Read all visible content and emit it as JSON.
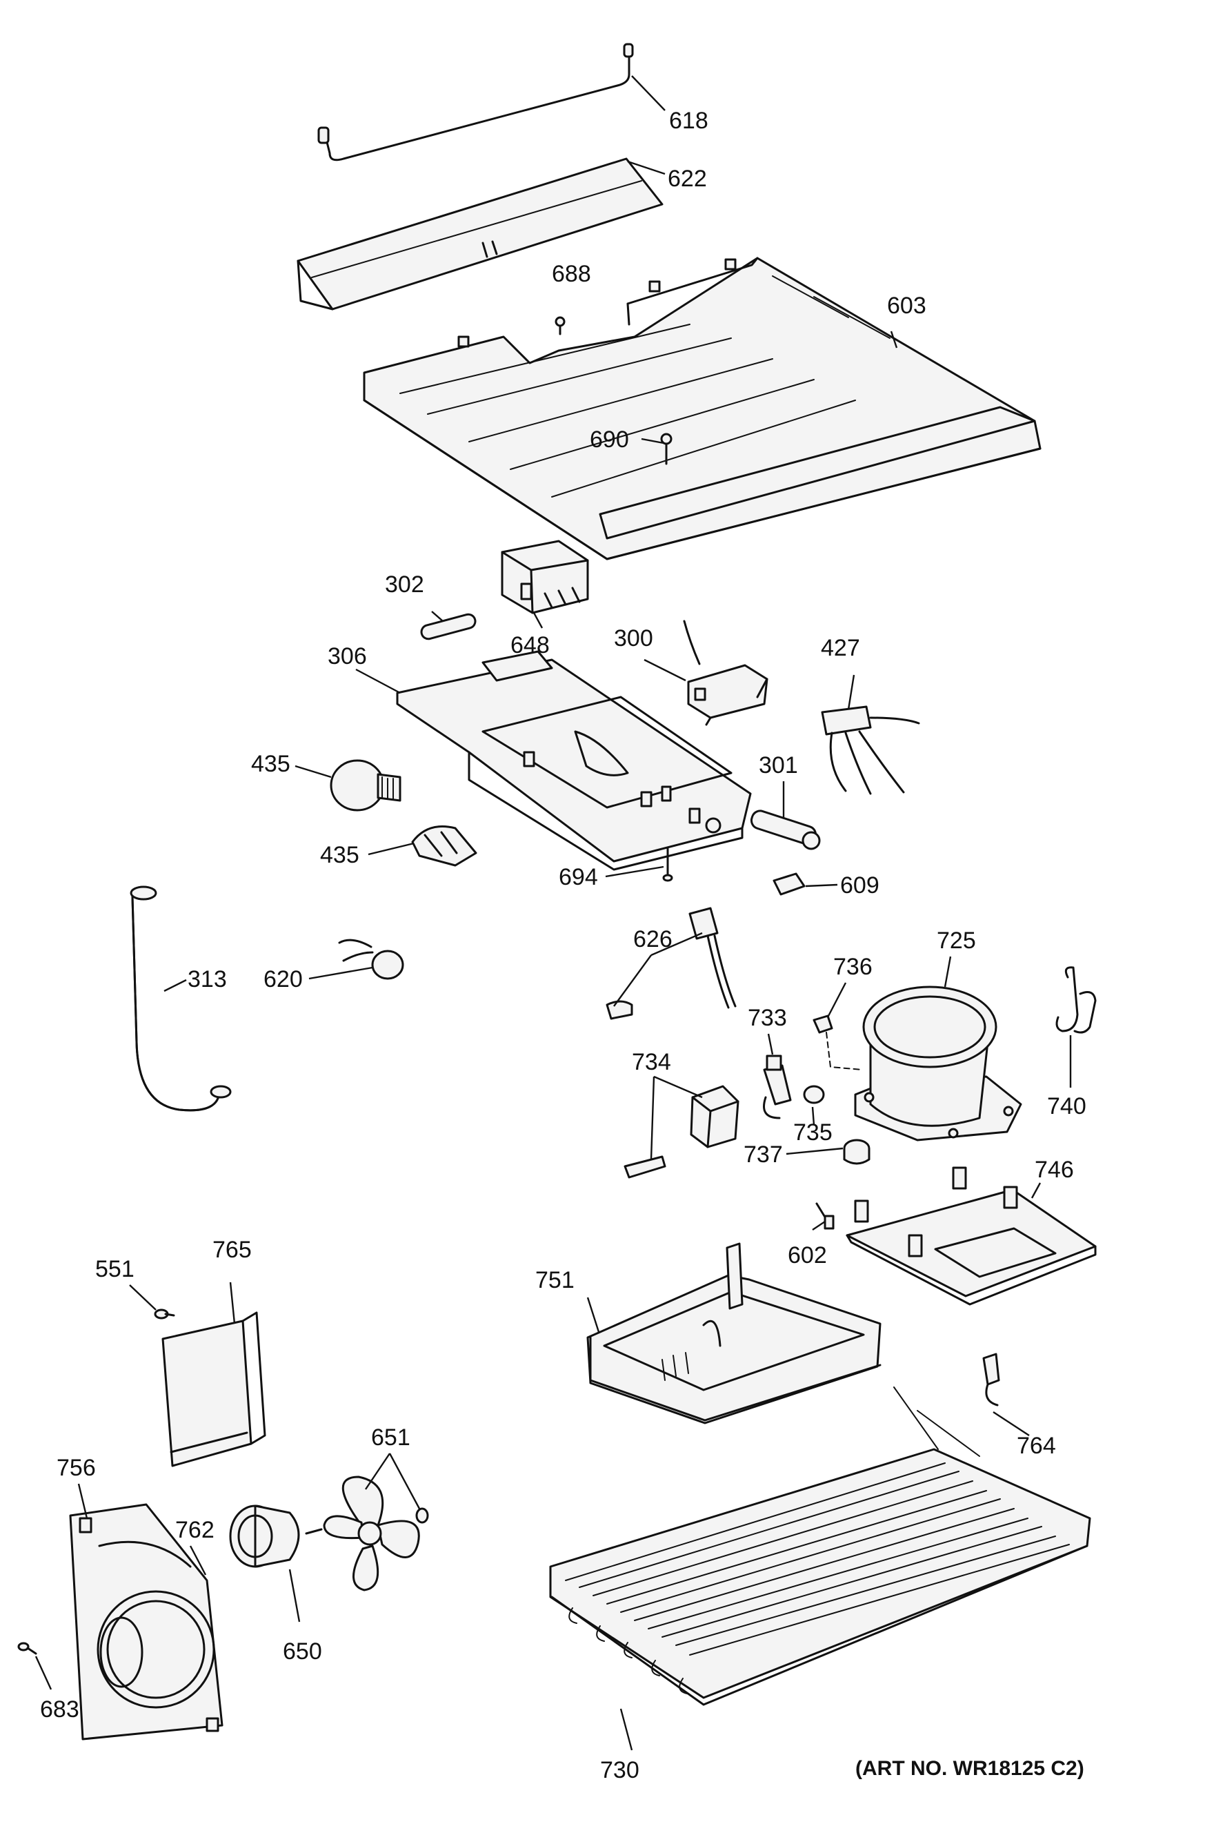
{
  "callouts": {
    "c618": "618",
    "c622": "622",
    "c688": "688",
    "c603": "603",
    "c690": "690",
    "c302": "302",
    "c648": "648",
    "c300": "300",
    "c306": "306",
    "c427": "427",
    "c435a": "435",
    "c435b": "435",
    "c301": "301",
    "c694": "694",
    "c609": "609",
    "c313": "313",
    "c620": "620",
    "c626": "626",
    "c736": "736",
    "c725": "725",
    "c733": "733",
    "c734": "734",
    "c735": "735",
    "c740": "740",
    "c737": "737",
    "c746": "746",
    "c602": "602",
    "c551": "551",
    "c765": "765",
    "c751": "751",
    "c651": "651",
    "c756": "756",
    "c762": "762",
    "c764": "764",
    "c650": "650",
    "c683": "683",
    "c730": "730"
  },
  "art_number": "(ART NO. WR18125 C2)"
}
